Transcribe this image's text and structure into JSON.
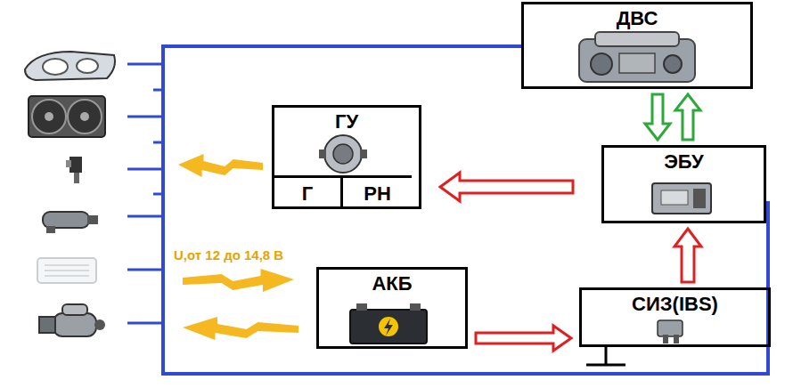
{
  "diagram": {
    "nodes": [
      {
        "text": [
          "ДВС"
        ]
      },
      {
        "text": [
          "ГУ"
        ]
      },
      {
        "text": [
          "Г"
        ],
        "in": 1
      },
      {
        "text": [
          "РН"
        ],
        "in": 1
      },
      {
        "text": [
          "ЭБУ"
        ]
      },
      {
        "text": [
          "АКБ"
        ]
      },
      {
        "text": [
          "СИЗ(IBS)"
        ]
      }
    ],
    "edges": [
      {
        "from": 0,
        "to": 4,
        "arrow": "to"
      },
      {
        "from": 4,
        "to": 0,
        "arrow": "to"
      },
      {
        "from": 4,
        "to": 3,
        "arrow": "to"
      },
      {
        "from": 6,
        "to": 4,
        "arrow": "to"
      },
      {
        "from": 5,
        "to": 6,
        "arrow": "to"
      },
      {
        "from": 0,
        "to": 4,
        "arrow": "none"
      }
    ],
    "labels": [
      "U,от 12 до 14,8 В"
    ]
  }
}
